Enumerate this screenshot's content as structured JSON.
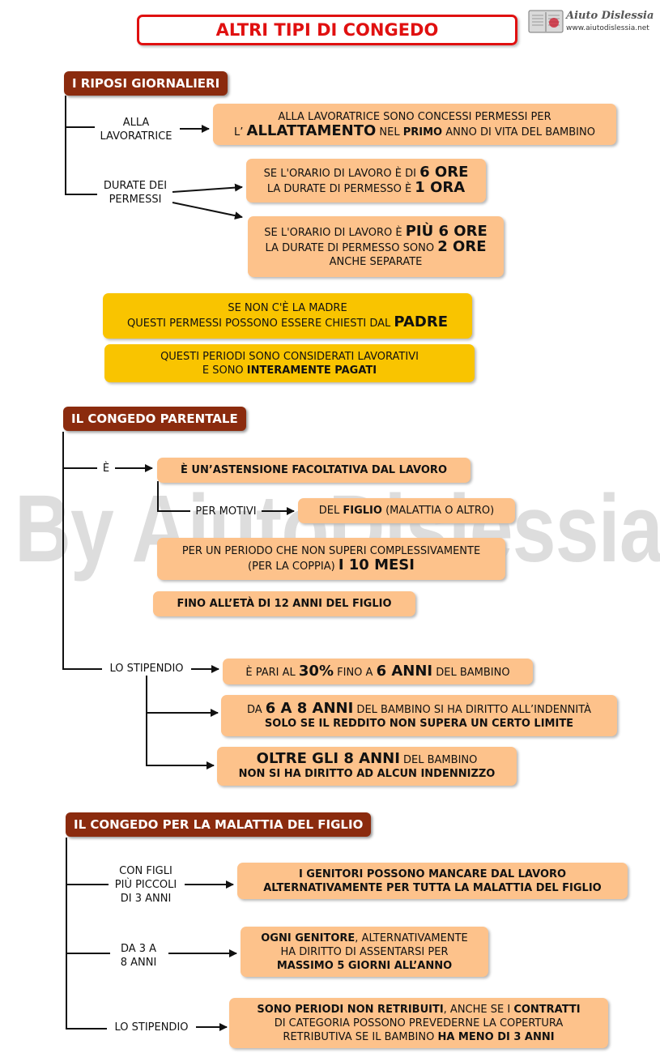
{
  "title": "ALTRI TIPI DI CONGEDO",
  "logo": {
    "name": "Aiuto Dislessia",
    "url": "www.aiutodislessia.net"
  },
  "watermark": "By AiutoDislessia.net",
  "s1": {
    "header": "I RIPOSI GIORNALIERI",
    "lbl_lavoratrice": [
      "ALLA",
      "LAVORATRICE"
    ],
    "box1": {
      "p1": "ALLA LAVORATRICE SONO CONCESSI PERMESSI PER",
      "p2": "L’ ",
      "b1": "ALLATTAMENTO",
      "p3": " NEL ",
      "b2": "PRIMO",
      "p4": " ANNO DI VITA DEL BAMBINO"
    },
    "lbl_durate": [
      "DURATE DEI",
      "PERMESSI"
    ],
    "box2": {
      "p1": "SE L'ORARIO DI LAVORO È DI ",
      "b1": "6 ORE",
      "p2": "LA DURATE DI PERMESSO È ",
      "b2": "1 ORA"
    },
    "box3": {
      "p1": "SE L'ORARIO DI LAVORO È ",
      "b1": "PIÙ 6 ORE",
      "p2": "LA DURATE DI PERMESSO SONO ",
      "b2": "2 ORE",
      "p3": "ANCHE SEPARATE"
    },
    "ybox1": {
      "p1": "SE NON C'È LA MADRE",
      "p2": "QUESTI PERMESSI POSSONO ESSERE CHIESTI DAL ",
      "b1": "PADRE"
    },
    "ybox2": {
      "p1": "QUESTI PERIODI SONO CONSIDERATI LAVORATIVI",
      "p2": "E SONO ",
      "b1": "INTERAMENTE PAGATI"
    }
  },
  "s2": {
    "header": "IL CONGEDO PARENTALE",
    "lbl_e": "È",
    "box1": "È UN’ASTENSIONE FACOLTATIVA DAL LAVORO",
    "lbl_motivi": "PER MOTIVI",
    "box2": {
      "p1": "DEL ",
      "b1": "FIGLIO",
      "p2": " (MALATTIA O ALTRO)"
    },
    "box3": {
      "p1": "PER UN PERIODO CHE NON SUPERI COMPLESSIVAMENTE",
      "p2": "(PER LA COPPIA) ",
      "b1": "I 10 MESI"
    },
    "box4": "FINO ALL’ETÀ DI 12 ANNI DEL FIGLIO",
    "lbl_stipendio": "LO STIPENDIO",
    "box5": {
      "p1": "È PARI AL ",
      "b1": "30%",
      "p2": " FINO A ",
      "b2": "6 ANNI",
      "p3": " DEL BAMBINO"
    },
    "box6": {
      "p1": "DA ",
      "b1": "6 A 8 ANNI",
      "p2": " DEL BAMBINO SI HA DIRITTO ALL’INDENNITÀ",
      "b2": "SOLO SE IL REDDITO NON SUPERA UN CERTO LIMITE"
    },
    "box7": {
      "b1": "OLTRE GLI 8 ANNI",
      "p1": " DEL BAMBINO",
      "b2": "NON SI HA DIRITTO AD ALCUN INDENNIZZO"
    }
  },
  "s3": {
    "header": "IL CONGEDO PER LA MALATTIA DEL FIGLIO",
    "lbl_piccoli": [
      "CON FIGLI",
      "PIÙ PICCOLI",
      "DI 3 ANNI"
    ],
    "box1": {
      "b1": "I GENITORI POSSONO MANCARE DAL LAVORO",
      "b2": "ALTERNATIVAMENTE PER TUTTA LA MALATTIA DEL FIGLIO"
    },
    "lbl_3a8": [
      "DA 3 A",
      "8 ANNI"
    ],
    "box2": {
      "b1": "OGNI GENITORE",
      "p1": ", ALTERNATIVAMENTE",
      "p2": "HA DIRITTO DI ASSENTARSI PER",
      "b2": "MASSIMO 5 GIORNI ALL’ANNO"
    },
    "lbl_stipendio": "LO STIPENDIO",
    "box3": {
      "b1": "SONO PERIODI NON RETRIBUITI",
      "p1": ", ANCHE SE I ",
      "b2": "CONTRATTI",
      "p2": "DI CATEGORIA POSSONO PREVEDERNE LA COPERTURA",
      "p3": "RETRIBUTIVA SE IL BAMBINO ",
      "b3": "HA MENO DI 3 ANNI"
    }
  }
}
